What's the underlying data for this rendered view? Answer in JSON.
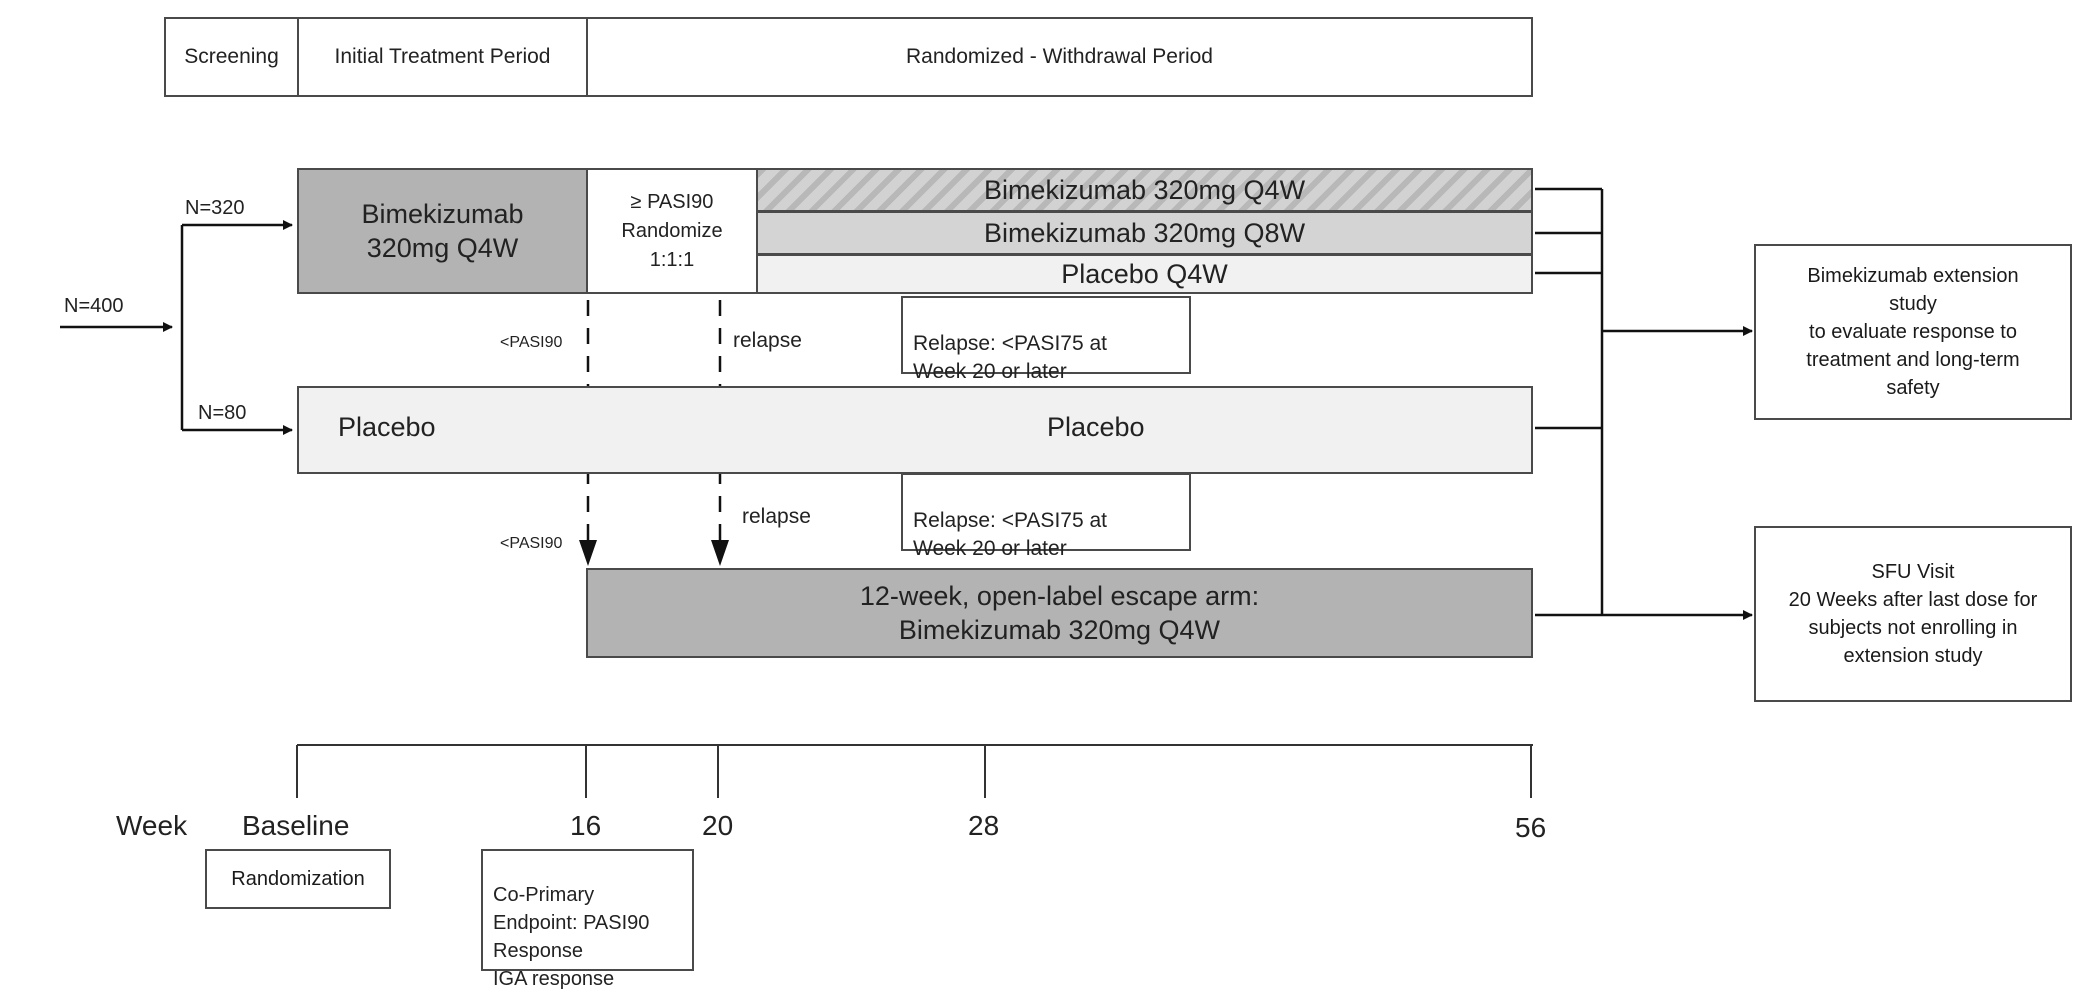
{
  "periods": {
    "screening": "Screening",
    "initial": "Initial Treatment Period",
    "randomized": "Randomized - Withdrawal Period"
  },
  "flow": {
    "n_total": "N=400",
    "n_bime": "N=320",
    "n_placebo": "N=80"
  },
  "arms": {
    "bime_initial": "Bimekizumab\n320mg Q4W",
    "randomize": "≥ PASI90\nRandomize\n1:1:1",
    "bime_q4w": "Bimekizumab 320mg Q4W",
    "bime_q8w": "Bimekizumab 320mg Q8W",
    "placebo_q4w": "Placebo Q4W",
    "placebo_initial": "Placebo",
    "placebo_withdrawal": "Placebo",
    "escape": "12-week, open-label escape arm:\nBimekizumab 320mg Q4W"
  },
  "labels": {
    "lt_pasi90_1": "<PASI90",
    "lt_pasi90_2": "<PASI90",
    "relapse_1": "relapse",
    "relapse_2": "relapse",
    "relapse_box_1": "Relapse: <PASI75 at\nWeek 20 or later",
    "relapse_box_2": "Relapse: <PASI75 at\nWeek 20 or later"
  },
  "outcomes": {
    "extension": "Bimekizumab extension\nstudy\nto evaluate response to\ntreatment and long-term\nsafety",
    "sfu": "SFU Visit\n20 Weeks after last dose for\nsubjects not enrolling in\nextension study"
  },
  "timeline": {
    "week_label": "Week",
    "ticks": [
      "Baseline",
      "16",
      "20",
      "28",
      "56"
    ],
    "randomization": "Randomization",
    "endpoint": "Co-Primary\nEndpoint: PASI90\nResponse\nIGA response"
  },
  "colors": {
    "dark_gray": "#b3b3b3",
    "mid_gray": "#d4d4d4",
    "light_gray": "#f1f1f1",
    "line": "#4a4a4a"
  }
}
